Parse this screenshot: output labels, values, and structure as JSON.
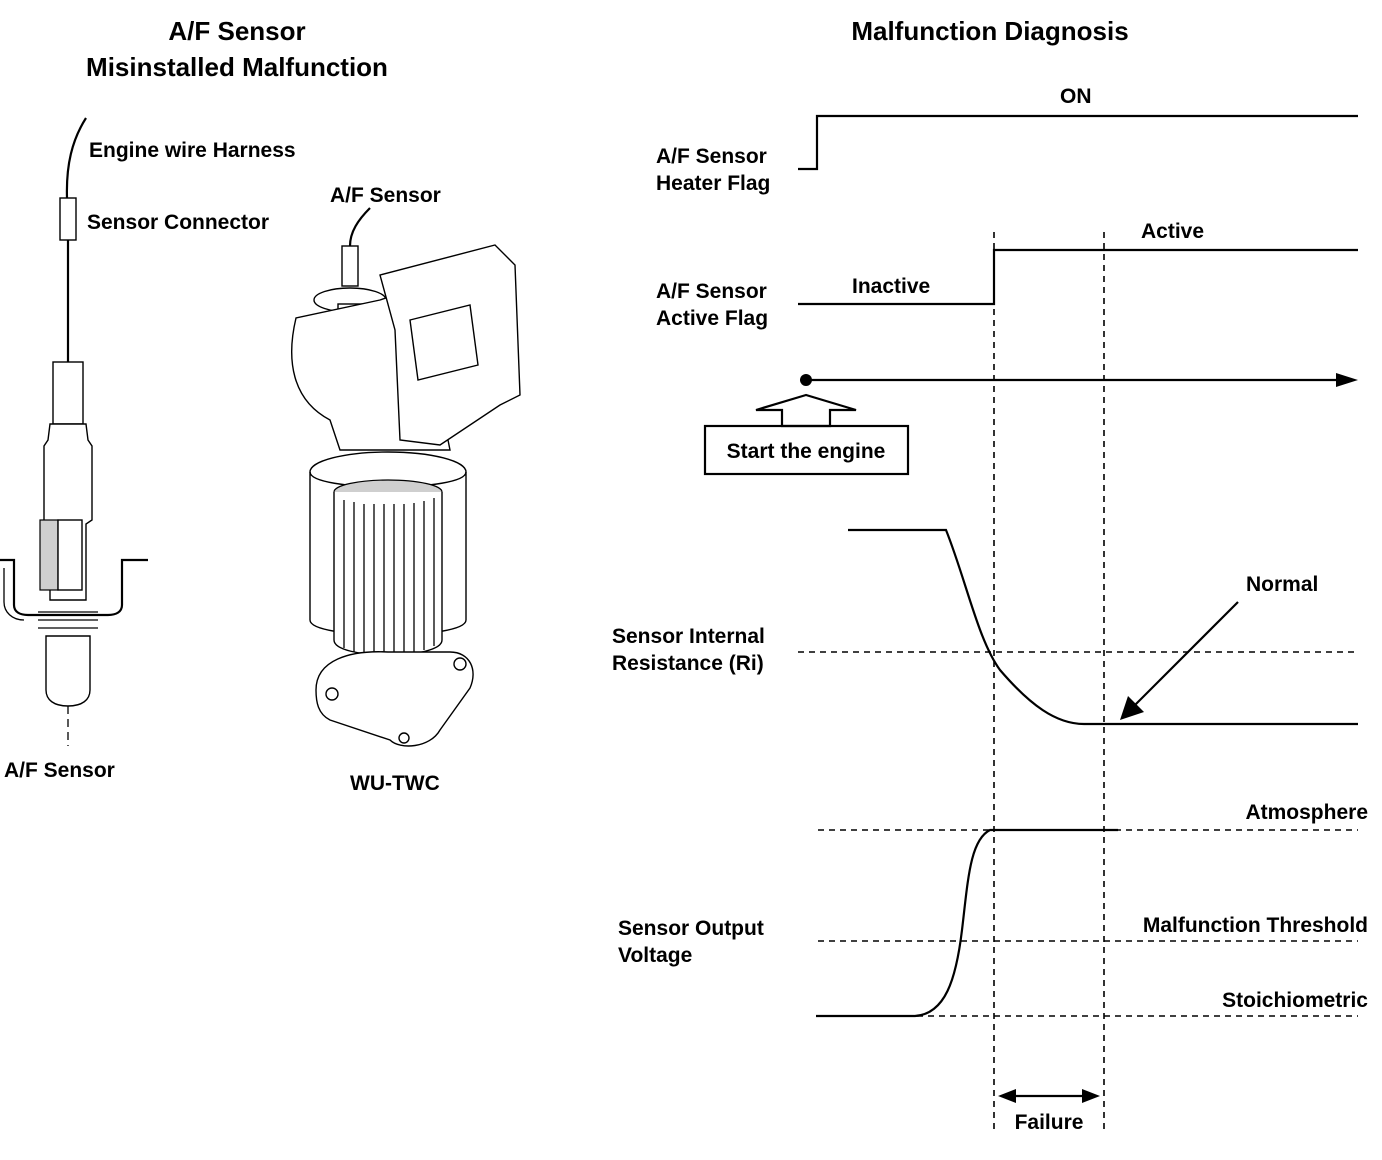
{
  "left_panel": {
    "title_line1": "A/F Sensor",
    "title_line2": "Misinstalled Malfunction",
    "label_harness": "Engine wire Harness",
    "label_connector": "Sensor Connector",
    "label_sensor_top": "A/F Sensor",
    "label_sensor_bottom": "A/F Sensor",
    "label_wutwc": "WU-TWC"
  },
  "right_panel": {
    "title": "Malfunction Diagnosis",
    "heater_flag_line1": "A/F Sensor",
    "heater_flag_line2": "Heater Flag",
    "heater_on": "ON",
    "active_flag_line1": "A/F Sensor",
    "active_flag_line2": "Active Flag",
    "inactive": "Inactive",
    "active": "Active",
    "start_engine": "Start the engine",
    "ri_line1": "Sensor Internal",
    "ri_line2": "Resistance (Ri)",
    "normal": "Normal",
    "voltage_line1": "Sensor Output",
    "voltage_line2": "Voltage",
    "atmosphere": "Atmosphere",
    "threshold": "Malfunction Threshold",
    "stoichiometric": "Stoichiometric",
    "failure": "Failure"
  }
}
